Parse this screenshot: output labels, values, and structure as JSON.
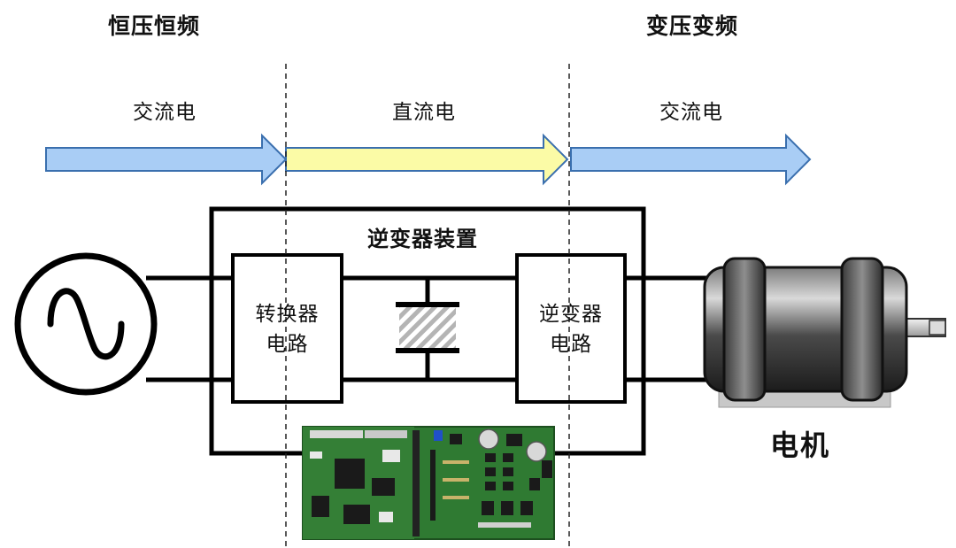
{
  "headers": {
    "left": "恒压恒频",
    "right": "变压变频"
  },
  "flows": {
    "ac_in": "交流电",
    "dc": "直流电",
    "ac_out": "交流电"
  },
  "inverter_device": {
    "title": "逆变器装置",
    "converter_line1": "转换器",
    "converter_line2": "电路",
    "inverter_line1": "逆变器",
    "inverter_line2": "电路"
  },
  "motor": {
    "label": "电机"
  },
  "colors": {
    "ac_arrow": "#a9cdf5",
    "dc_arrow": "#fbfba6",
    "arrow_stroke": "#3a6fae",
    "line": "#000000",
    "motor_body": "#4a4a4a",
    "motor_base": "#c8c8c8",
    "pcb": "#2f7a32"
  },
  "icons": {
    "power_source": "ac-sine-source-icon",
    "capacitor": "capacitor-icon",
    "motor": "electric-motor-icon",
    "board": "control-board-photo"
  }
}
